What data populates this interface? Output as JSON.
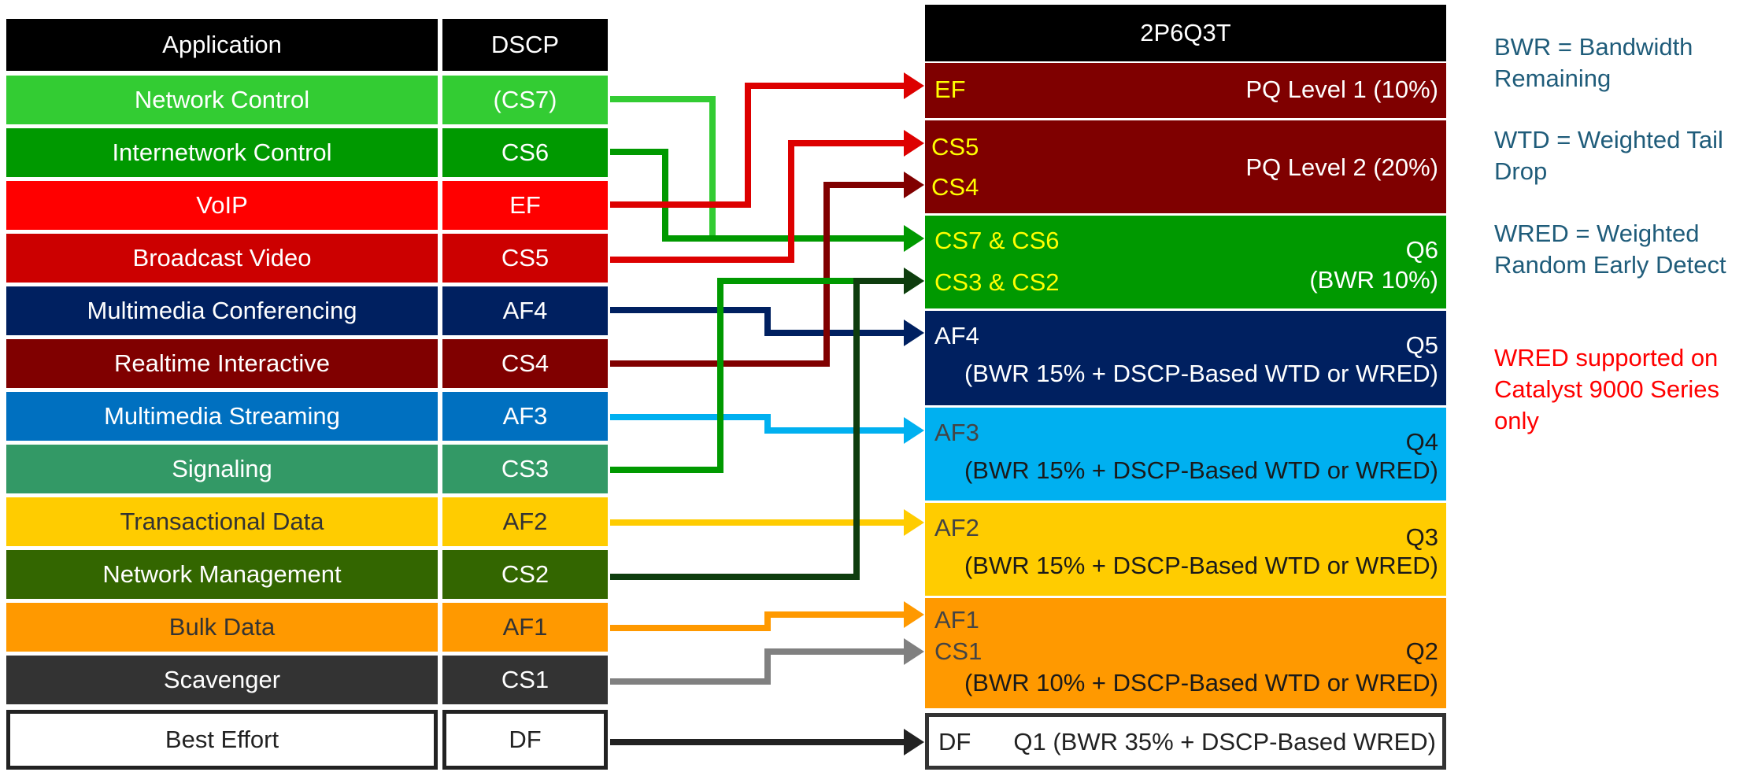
{
  "headers": {
    "application": "Application",
    "dscp": "DSCP",
    "queue": "2P6Q3T"
  },
  "rows": [
    {
      "app": "Network Control",
      "dscp": "(CS7)",
      "color": "#33CC33",
      "text": "#ffffff"
    },
    {
      "app": "Internetwork Control",
      "dscp": "CS6",
      "color": "#009900",
      "text": "#ffffff"
    },
    {
      "app": "VoIP",
      "dscp": "EF",
      "color": "#FF0000",
      "text": "#ffffff"
    },
    {
      "app": "Broadcast Video",
      "dscp": "CS5",
      "color": "#CC0000",
      "text": "#ffffff"
    },
    {
      "app": "Multimedia Conferencing",
      "dscp": "AF4",
      "color": "#002060",
      "text": "#ffffff"
    },
    {
      "app": "Realtime Interactive",
      "dscp": "CS4",
      "color": "#800000",
      "text": "#ffffff"
    },
    {
      "app": "Multimedia Streaming",
      "dscp": "AF3",
      "color": "#0070C0",
      "text": "#ffffff"
    },
    {
      "app": "Signaling",
      "dscp": "CS3",
      "color": "#339966",
      "text": "#ffffff"
    },
    {
      "app": "Transactional Data",
      "dscp": "AF2",
      "color": "#FFCC00",
      "text": "#333333"
    },
    {
      "app": "Network Management",
      "dscp": "CS2",
      "color": "#336600",
      "text": "#ffffff"
    },
    {
      "app": "Bulk Data",
      "dscp": "AF1",
      "color": "#FF9900",
      "text": "#333333"
    },
    {
      "app": "Scavenger",
      "dscp": "CS1",
      "color": "#333333",
      "text": "#ffffff"
    },
    {
      "app": "Best Effort",
      "dscp": "DF",
      "color": "#ffffff",
      "text": "#222222"
    }
  ],
  "queues": {
    "pq1": {
      "marks": [
        "EF"
      ],
      "label": "PQ Level 1 (10%)",
      "color": "#7F0000"
    },
    "pq2": {
      "marks": [
        "CS5",
        "CS4"
      ],
      "label": "PQ Level 2 (20%)",
      "color": "#7F0000"
    },
    "q6": {
      "marks": [
        "CS7 & CS6",
        "CS3 & CS2"
      ],
      "name": "Q6",
      "detail": "(BWR 10%)",
      "color": "#009900"
    },
    "q5": {
      "marks": [
        "AF4"
      ],
      "name": "Q5",
      "detail": "(BWR 15% + DSCP-Based WTD or WRED)",
      "color": "#002060"
    },
    "q4": {
      "marks": [
        "AF3"
      ],
      "name": "Q4",
      "detail": "(BWR 15% + DSCP-Based WTD or WRED)",
      "color": "#00B0F0"
    },
    "q3": {
      "marks": [
        "AF2"
      ],
      "name": "Q3",
      "detail": "(BWR 15% + DSCP-Based WTD or WRED)",
      "color": "#FFCC00"
    },
    "q2": {
      "marks": [
        "AF1",
        "CS1"
      ],
      "name": "Q2",
      "detail": "(BWR 10% + DSCP-Based WTD or WRED)",
      "color": "#FF9900"
    },
    "q1": {
      "marks": [
        "DF"
      ],
      "label": "Q1 (BWR 35% + DSCP-Based WRED)",
      "color": "#ffffff"
    }
  },
  "legend": {
    "bwr": [
      "BWR = Bandwidth",
      "Remaining"
    ],
    "wtd": [
      "WTD = Weighted Tail",
      "Drop"
    ],
    "wred": [
      "WRED = Weighted",
      "Random Early Detect"
    ],
    "note": [
      "WRED supported on",
      "Catalyst 9000 Series",
      "only"
    ],
    "def_color": "#1F5C7A",
    "note_color": "#FF0000"
  }
}
